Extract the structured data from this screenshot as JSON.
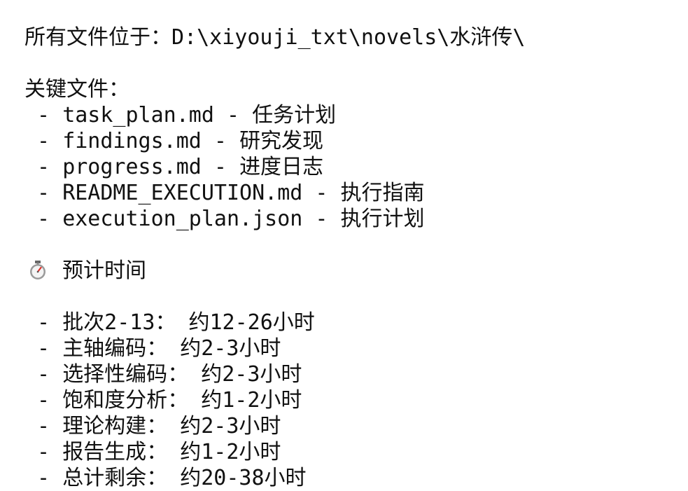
{
  "location": {
    "label": "所有文件位于：",
    "path": "D:\\xiyouji_txt\\novels\\水浒传\\"
  },
  "key_files": {
    "heading": "关键文件：",
    "items": [
      {
        "name": "task_plan.md",
        "desc": "任务计划"
      },
      {
        "name": "findings.md",
        "desc": "研究发现"
      },
      {
        "name": "progress.md",
        "desc": "进度日志"
      },
      {
        "name": "README_EXECUTION.md",
        "desc": "执行指南"
      },
      {
        "name": "execution_plan.json",
        "desc": "执行计划"
      }
    ]
  },
  "estimate": {
    "icon": "stopwatch-icon",
    "heading": "预计时间",
    "items": [
      {
        "phase": "批次2-13",
        "time": "约12-26小时"
      },
      {
        "phase": "主轴编码",
        "time": "约2-3小时"
      },
      {
        "phase": "选择性编码",
        "time": "约2-3小时"
      },
      {
        "phase": "饱和度分析",
        "time": "约1-2小时"
      },
      {
        "phase": "理论构建",
        "time": "约2-3小时"
      },
      {
        "phase": "报告生成",
        "time": "约1-2小时"
      },
      {
        "phase": "总计剩余",
        "time": "约20-38小时"
      }
    ]
  }
}
